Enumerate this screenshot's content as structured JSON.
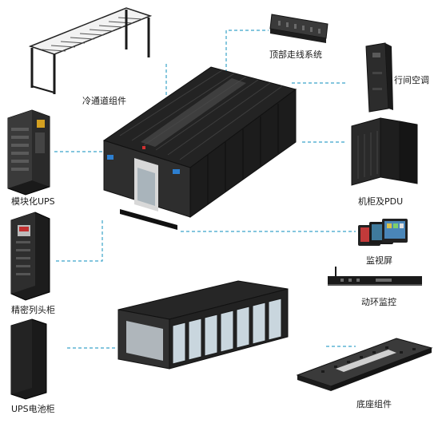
{
  "labels": {
    "cold_aisle_components": "冷通道组件",
    "top_cabling_system": "顶部走线系统",
    "in_row_ac": "行间空调",
    "modular_ups": "模块化UPS",
    "rack_and_pdu": "机柜及PDU",
    "monitor_screen": "监视屏",
    "precision_column_cabinet": "精密列头柜",
    "env_monitoring": "动环监控",
    "ups_battery_cabinet": "UPS电池柜",
    "base_components": "底座组件"
  },
  "colors": {
    "connector": "#3aa3c9",
    "cabinet_dark": "#2a2a2a",
    "cabinet_mid": "#3b3b3b",
    "cabinet_light": "#4a4a4a",
    "glass": "#c9d6de",
    "accent_blue": "#2d7fd0"
  }
}
